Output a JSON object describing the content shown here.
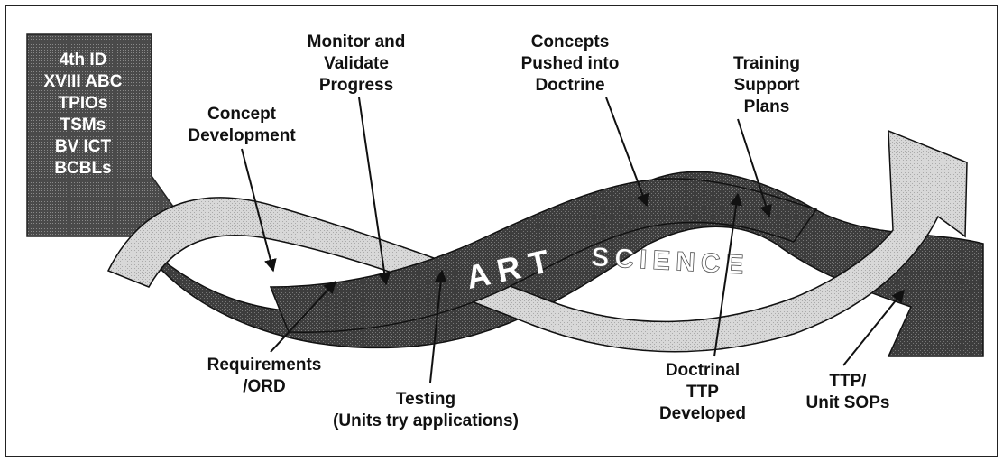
{
  "organizations": [
    "4th ID",
    "XVIII ABC",
    "TPIOs",
    "TSMs",
    "BV ICT",
    "BCBLs"
  ],
  "bands": {
    "art": "A R T",
    "science": "SCIENCE"
  },
  "labels": {
    "concept_development": [
      "Concept",
      "Development"
    ],
    "monitor_validate": [
      "Monitor and",
      "Validate",
      "Progress"
    ],
    "concepts_pushed": [
      "Concepts",
      "Pushed into",
      "Doctrine"
    ],
    "training_support": [
      "Training",
      "Support",
      "Plans"
    ],
    "requirements": [
      "Requirements",
      "/ORD"
    ],
    "testing": [
      "Testing",
      "(Units try applications)"
    ],
    "doctrinal_ttp": [
      "Doctrinal",
      "TTP",
      "Developed"
    ],
    "ttp_unit_sops": [
      "TTP/",
      "Unit SOPs"
    ]
  },
  "colors": {
    "art_band": "#3d3d3d",
    "science_band": "#d4d4d4",
    "org_box": "#464646",
    "outline": "#111111"
  }
}
